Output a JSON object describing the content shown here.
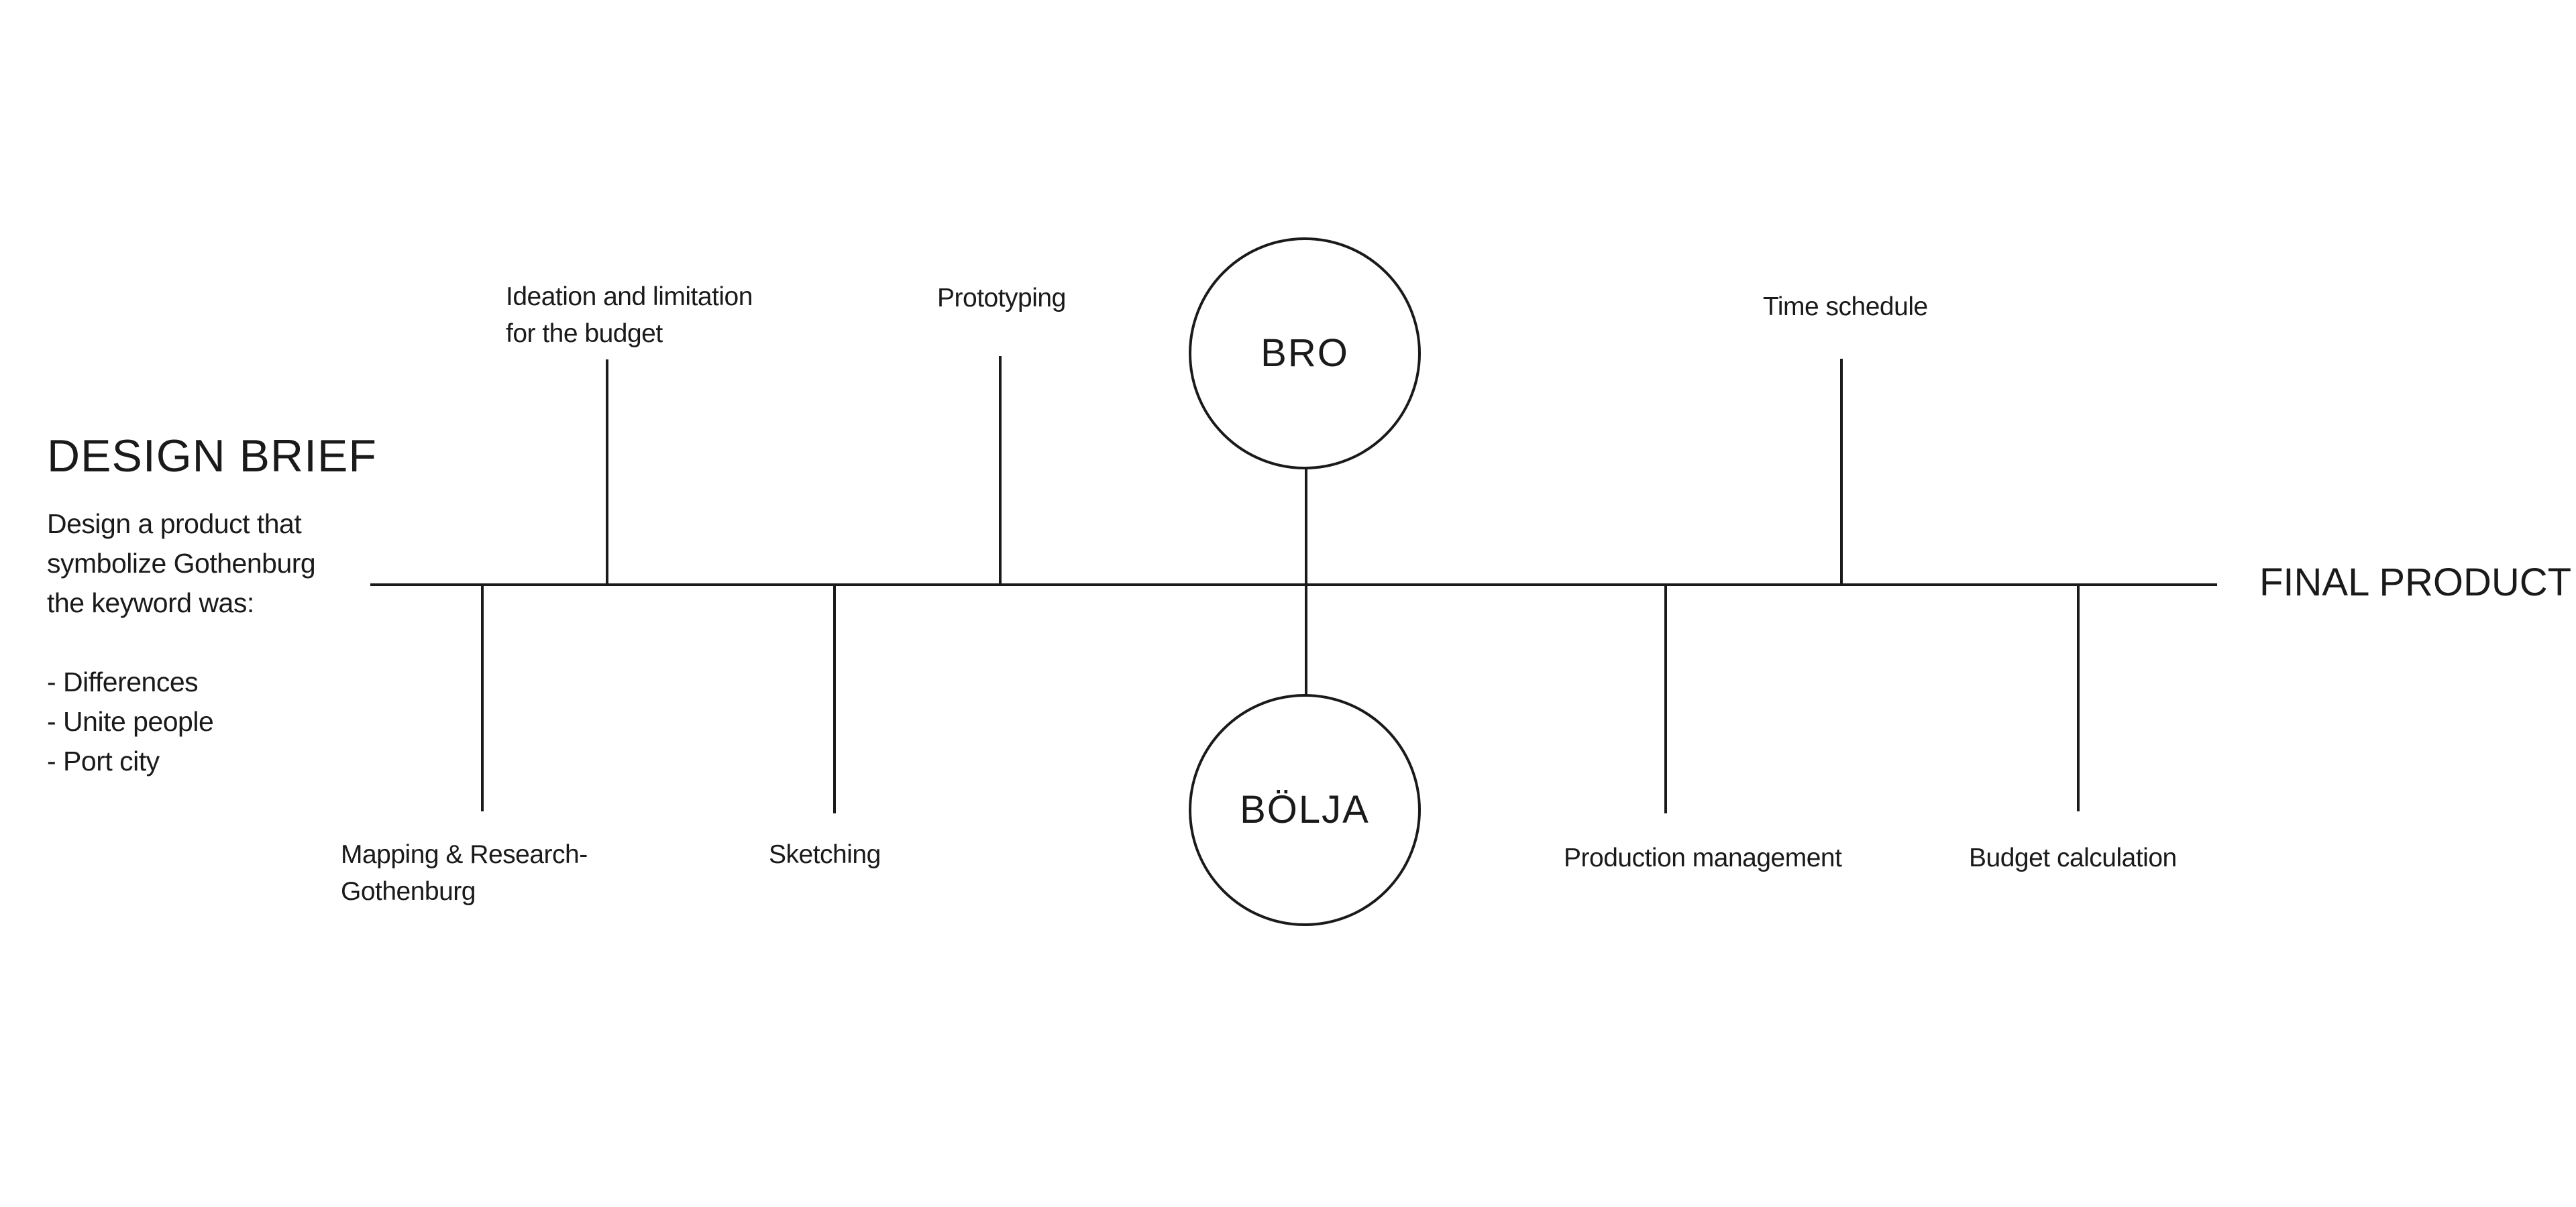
{
  "design_brief": {
    "title": "DESIGN BRIEF",
    "description_lines": [
      "Design a product that",
      "symbolize Gothenburg",
      "the keyword was:"
    ],
    "keywords": [
      "- Differences",
      "- Unite people",
      "- Port city"
    ]
  },
  "end_label": "FINAL PRODUCT",
  "nodes": {
    "top": "BRO",
    "bottom": "BÖLJA"
  },
  "steps_above": [
    {
      "lines": [
        "Ideation and limitation",
        "for the budget"
      ]
    },
    {
      "lines": [
        "Prototyping"
      ]
    },
    {
      "lines": [
        "Time schedule"
      ]
    }
  ],
  "steps_below": [
    {
      "lines": [
        "Mapping & Research-",
        "Gothenburg"
      ]
    },
    {
      "lines": [
        "Sketching"
      ]
    },
    {
      "lines": [
        "Production management"
      ]
    },
    {
      "lines": [
        "Budget calculation"
      ]
    }
  ],
  "colors": {
    "line": "#1a1a1a",
    "background": "#ffffff"
  }
}
